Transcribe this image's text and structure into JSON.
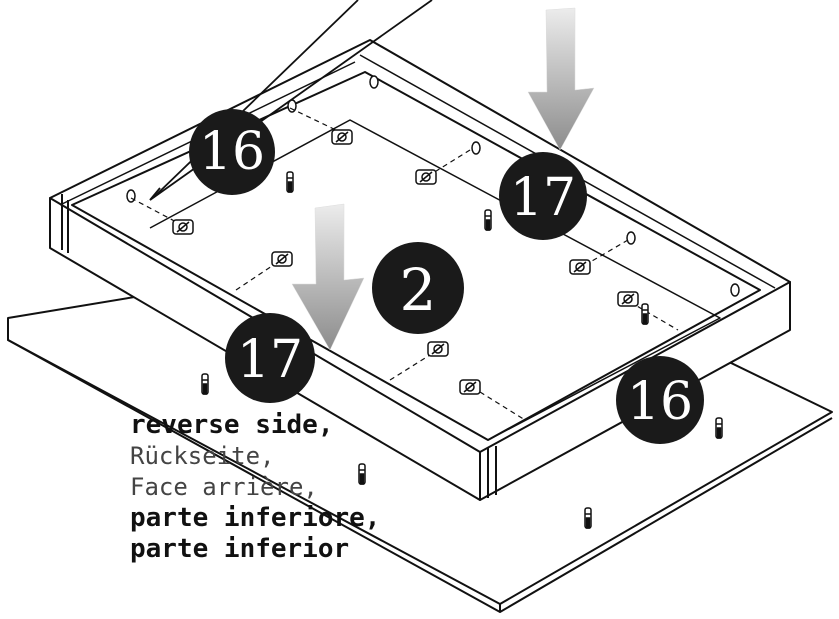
{
  "badges": {
    "b16_top": "16",
    "b17_right": "17",
    "b2_center": "2",
    "b17_left": "17",
    "b16_right": "16"
  },
  "caption": {
    "line1": "reverse side,",
    "line2": "Rückseite,",
    "line3": "Face arrière,",
    "line4": "parte inferiore,",
    "line5": "parte inferior"
  },
  "colors": {
    "line": "#111111",
    "badge": "#1a1a1a",
    "arrow_light": "#e6e6e6",
    "arrow_dark": "#8a8a8a"
  }
}
